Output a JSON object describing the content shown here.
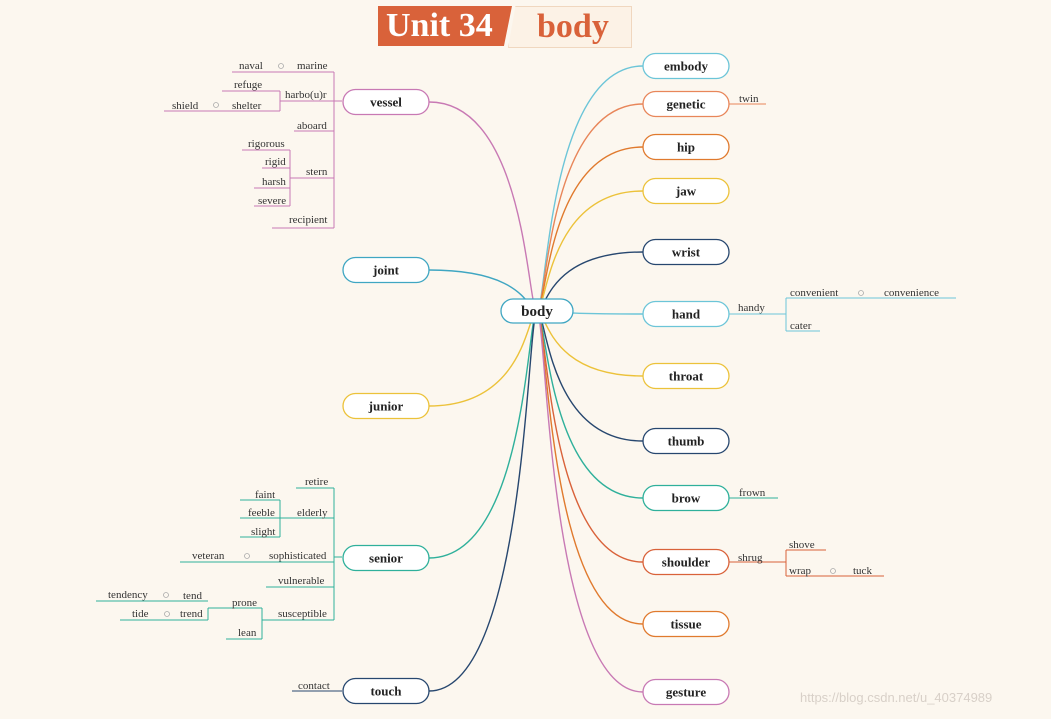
{
  "title": {
    "unit": "Unit 34",
    "topic": "body"
  },
  "watermark": "https://blog.csdn.net/u_40374989",
  "center": {
    "label": "body"
  },
  "colors": {
    "vessel": "#c879b4",
    "joint": "#3fa6c2",
    "junior": "#ecc23a",
    "senior": "#2fb09b",
    "touch": "#27476f",
    "embody": "#6cc5d8",
    "genetic": "#e8865a",
    "hip": "#e07a2e",
    "jaw": "#ecc23a",
    "wrist": "#27476f",
    "hand": "#6cc5d8",
    "throat": "#ecc23a",
    "thumb": "#27476f",
    "brow": "#2fb09b",
    "shoulder": "#d9623a",
    "tissue": "#e07a2e",
    "gesture": "#c879b4"
  },
  "left_nodes": [
    {
      "key": "vessel",
      "label": "vessel"
    },
    {
      "key": "joint",
      "label": "joint"
    },
    {
      "key": "junior",
      "label": "junior"
    },
    {
      "key": "senior",
      "label": "senior"
    },
    {
      "key": "touch",
      "label": "touch"
    }
  ],
  "right_nodes": [
    {
      "key": "embody",
      "label": "embody"
    },
    {
      "key": "genetic",
      "label": "genetic"
    },
    {
      "key": "hip",
      "label": "hip"
    },
    {
      "key": "jaw",
      "label": "jaw"
    },
    {
      "key": "wrist",
      "label": "wrist"
    },
    {
      "key": "hand",
      "label": "hand"
    },
    {
      "key": "throat",
      "label": "throat"
    },
    {
      "key": "thumb",
      "label": "thumb"
    },
    {
      "key": "brow",
      "label": "brow"
    },
    {
      "key": "shoulder",
      "label": "shoulder"
    },
    {
      "key": "tissue",
      "label": "tissue"
    },
    {
      "key": "gesture",
      "label": "gesture"
    }
  ],
  "vessel_words": {
    "naval": "naval",
    "marine": "marine",
    "refuge": "refuge",
    "harbour": "harbo(u)r",
    "shield": "shield",
    "shelter": "shelter",
    "aboard": "aboard",
    "rigorous": "rigorous",
    "rigid": "rigid",
    "stern": "stern",
    "harsh": "harsh",
    "severe": "severe",
    "recipient": "recipient"
  },
  "senior_words": {
    "retire": "retire",
    "faint": "faint",
    "elderly": "elderly",
    "feeble": "feeble",
    "slight": "slight",
    "veteran": "veteran",
    "sophisticated": "sophisticated",
    "vulnerable": "vulnerable",
    "tendency": "tendency",
    "tend": "tend",
    "prone": "prone",
    "tide": "tide",
    "trend": "trend",
    "susceptible": "susceptible",
    "lean": "lean"
  },
  "touch_words": {
    "contact": "contact"
  },
  "genetic_words": {
    "twin": "twin"
  },
  "hand_words": {
    "handy": "handy",
    "convenient": "convenient",
    "convenience": "convenience",
    "cater": "cater"
  },
  "brow_words": {
    "frown": "frown"
  },
  "shoulder_words": {
    "shrug": "shrug",
    "shove": "shove",
    "wrap": "wrap",
    "tuck": "tuck"
  }
}
